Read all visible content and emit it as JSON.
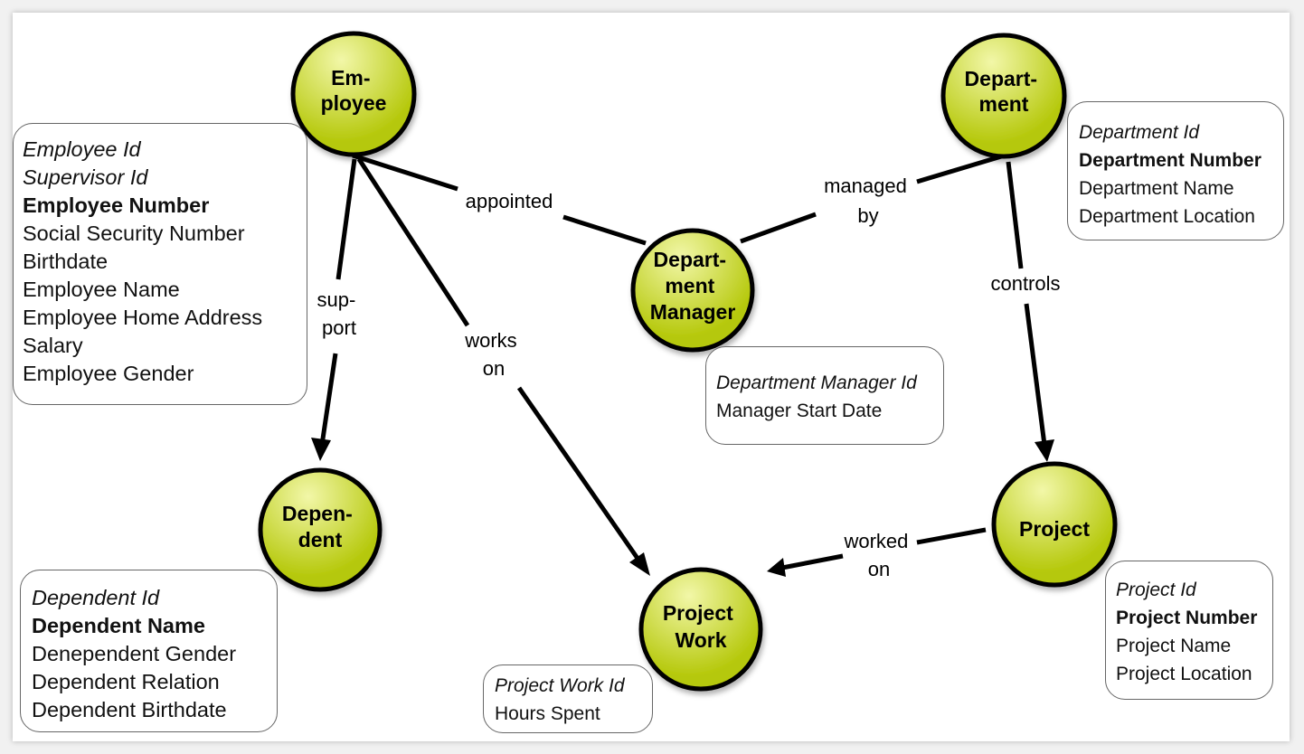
{
  "colors": {
    "node_fill_light": "#f2f7a8",
    "node_fill_dark": "#b5c80a",
    "node_stroke": "#000000",
    "edge": "#000000"
  },
  "nodes": {
    "employee": [
      "Em-",
      "ployee"
    ],
    "department": [
      "Depart-",
      "ment"
    ],
    "department_manager": [
      "Depart-",
      "ment",
      "Manager"
    ],
    "dependent": [
      "Depen-",
      "dent"
    ],
    "project_work": [
      "Project",
      "Work"
    ],
    "project": [
      "Project"
    ]
  },
  "edges": {
    "appointed": [
      "appointed"
    ],
    "managed_by": [
      "managed",
      "by"
    ],
    "support": [
      "sup-",
      "port"
    ],
    "works_on": [
      "works",
      "on"
    ],
    "controls": [
      "controls"
    ],
    "worked_on": [
      "worked",
      "on"
    ]
  },
  "attributes": {
    "employee": {
      "id_fields": [
        "Employee Id",
        "Supervisor Id"
      ],
      "key_field": "Employee Number",
      "fields": [
        "Social Security Number",
        "Birthdate",
        "Employee Name",
        "Employee Home Address",
        "Salary",
        "Employee Gender"
      ]
    },
    "department": {
      "id_fields": [
        "Department Id"
      ],
      "key_field": "Department Number",
      "fields": [
        "Department Name",
        "Department Location"
      ]
    },
    "department_manager": {
      "id_fields": [
        "Department Manager Id"
      ],
      "fields": [
        "Manager Start Date"
      ]
    },
    "dependent": {
      "id_fields": [
        "Dependent Id"
      ],
      "key_field": "Dependent Name",
      "fields": [
        "Denependent Gender",
        "Dependent Relation",
        "Dependent Birthdate"
      ]
    },
    "project_work": {
      "id_fields": [
        "Project Work Id"
      ],
      "fields": [
        "Hours Spent"
      ]
    },
    "project": {
      "id_fields": [
        "Project Id"
      ],
      "key_field": "Project Number",
      "fields": [
        "Project Name",
        "Project Location"
      ]
    }
  }
}
